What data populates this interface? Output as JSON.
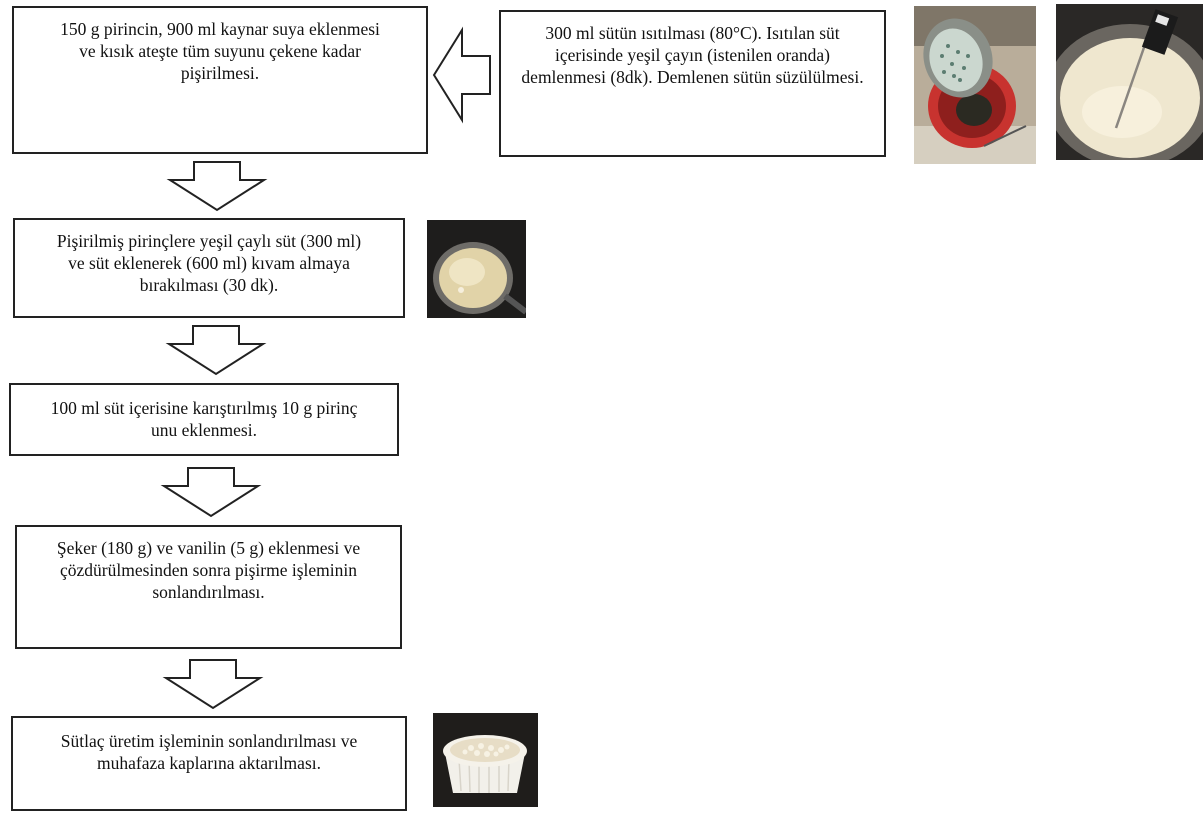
{
  "steps": {
    "step1": "150 g pirincin, 900 ml kaynar suya eklenmesi ve kısık ateşte tüm suyunu çekene kadar pişirilmesi.",
    "step_side": "300 ml sütün ısıtılması (80°C). Isıtılan süt içerisinde yeşil çayın (istenilen oranda) demlenmesi (8dk). Demlenen sütün süzülülmesi.",
    "step2": "Pişirilmiş pirinçlere yeşil çaylı süt (300 ml) ve süt eklenerek (600 ml) kıvam almaya bırakılması (30 dk).",
    "step3": "100 ml süt içerisine karıştırılmış 10 g pirinç unu eklenmesi.",
    "step4": "Şeker (180 g) ve vanilin (5 g) eklenmesi ve çözdürülmesinden sonra pişirme işleminin sonlandırılması.",
    "step5": "Sütlaç üretim işleminin sonlandırılması ve muhafaza kaplarına aktarılması."
  },
  "photos": [
    "green-tea-strainer-photo",
    "milk-thermometer-photo",
    "rice-pudding-pot-photo",
    "rice-pudding-bowl-photo"
  ]
}
